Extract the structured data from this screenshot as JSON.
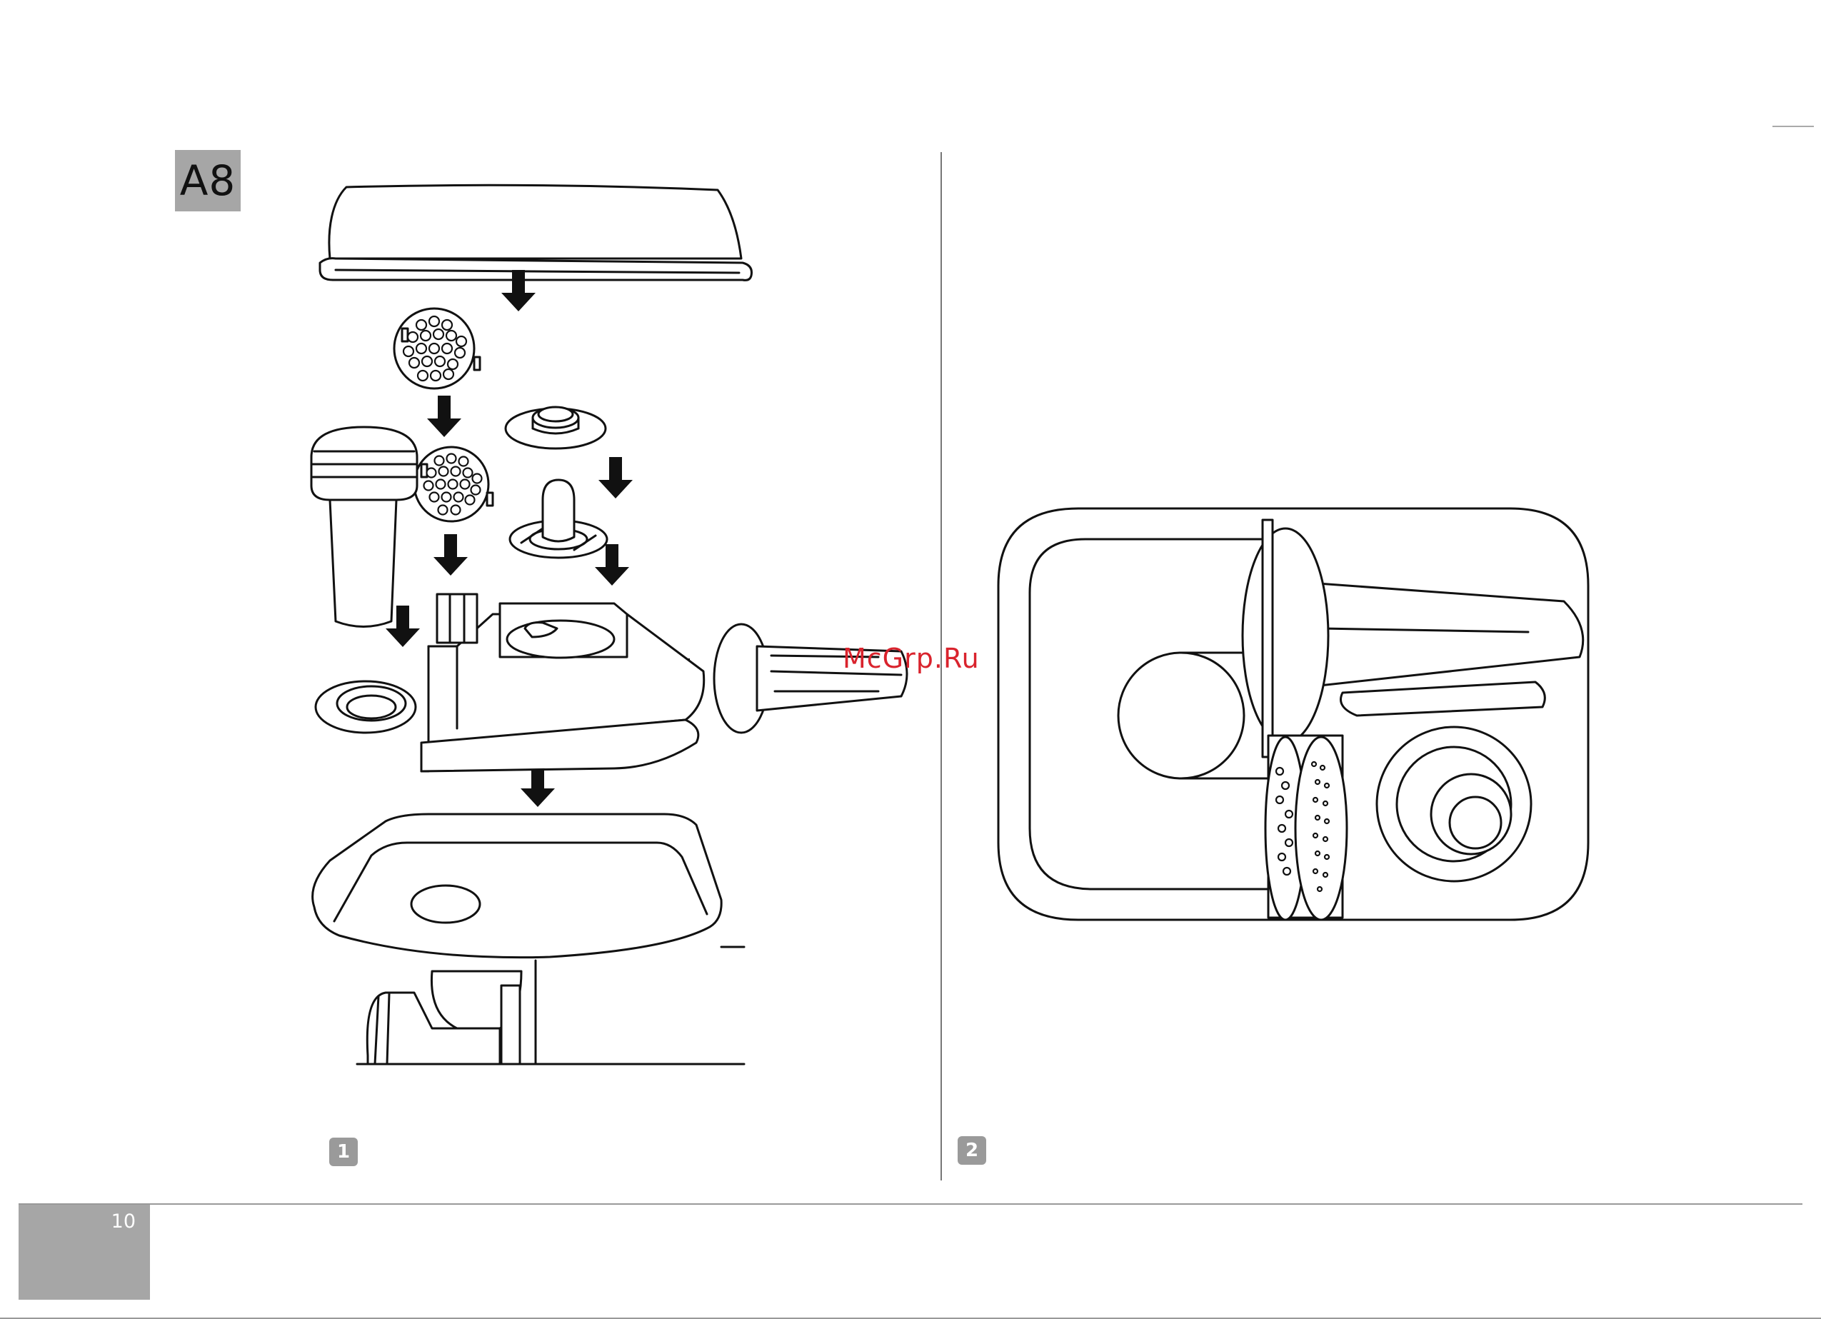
{
  "section_tag": "A8",
  "steps": [
    {
      "number": "1"
    },
    {
      "number": "2"
    }
  ],
  "page_number": "10",
  "watermark": "McGrp.Ru",
  "colors": {
    "gray_box": "#a6a6a6",
    "badge": "#9a9a9a",
    "watermark": "#d9232d",
    "line": "#111111"
  }
}
